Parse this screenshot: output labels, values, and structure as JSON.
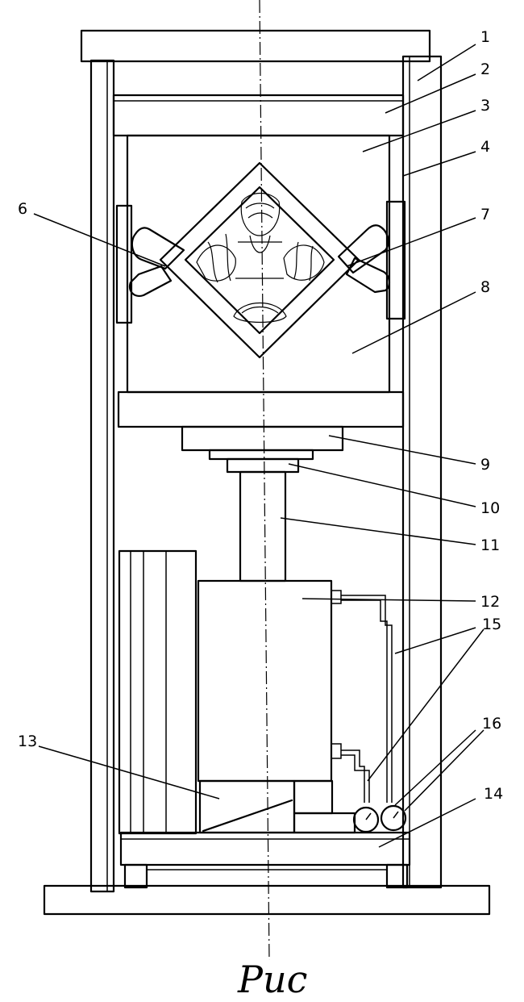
{
  "labels": {
    "l1": "1",
    "l2": "2",
    "l3": "3",
    "l4": "4",
    "l6": "6",
    "l7": "7",
    "l8": "8",
    "l9": "9",
    "l10": "10",
    "l11": "11",
    "l12": "12",
    "l13": "13",
    "l14": "14",
    "l15": "15",
    "l16": "16"
  },
  "caption": "Рис"
}
